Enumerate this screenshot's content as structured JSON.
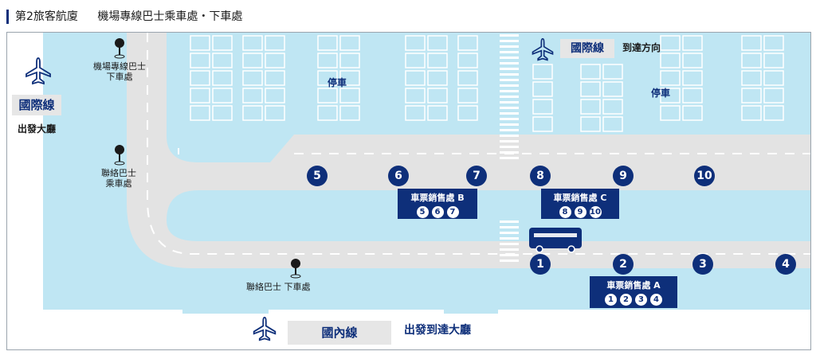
{
  "title": {
    "terminal": "第2旅客航廈",
    "subtitle": "機場專線巴士乘車處・下車處"
  },
  "left_terminal": {
    "name": "國際線",
    "desc": "出發大廳"
  },
  "top_terminal": {
    "name": "國際線",
    "desc": "到達方向"
  },
  "bottom_terminal": {
    "name": "國內線",
    "desc": "出發到達大廳"
  },
  "parking": [
    "停車",
    "停車"
  ],
  "pins": {
    "airport_bus_dropoff": "機場專線巴士\n下車處",
    "shuttle_pickup": "聯絡巴士\n乘車處",
    "shuttle_dropoff": "聯絡巴士 下車處"
  },
  "gates": [
    "1",
    "2",
    "3",
    "4",
    "5",
    "6",
    "7",
    "8",
    "9",
    "10"
  ],
  "ticket_offices": [
    {
      "label": "車票銷售處 B",
      "nums": [
        "5",
        "6",
        "7"
      ]
    },
    {
      "label": "車票銷售處 C",
      "nums": [
        "8",
        "9",
        "10"
      ]
    },
    {
      "label": "車票銷售處 A",
      "nums": [
        "1",
        "2",
        "3",
        "4"
      ]
    }
  ],
  "colors": {
    "navy": "#0e2f7a",
    "water": "#bfe6f3",
    "road": "#e3e3e3"
  }
}
